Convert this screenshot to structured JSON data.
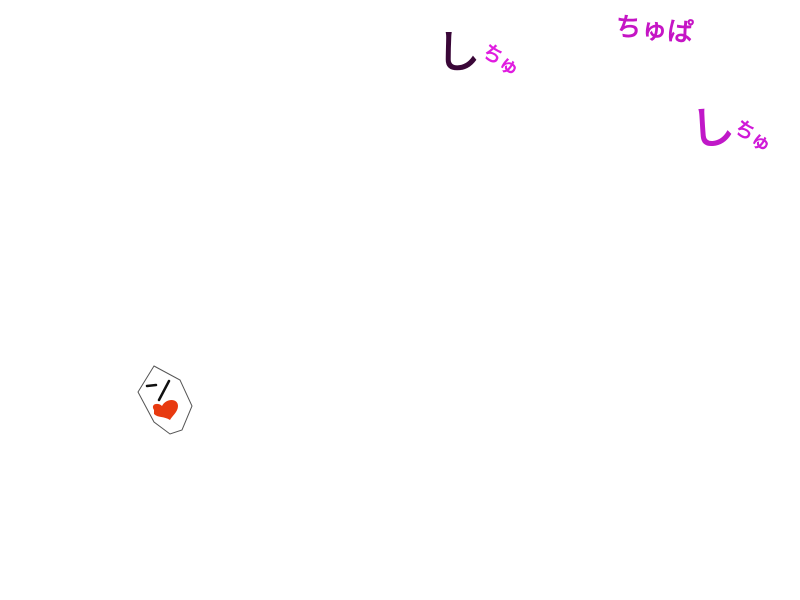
{
  "canvas": {
    "sound_effects": [
      {
        "main": "し",
        "rest": "ちゅ"
      },
      {
        "text": "ちゅぱ"
      },
      {
        "main": "し",
        "rest": "ちゅ"
      }
    ],
    "sticker": {
      "icon": "heart-face-sticker",
      "heart_color": "#e83a10",
      "line_color": "#555555"
    }
  }
}
